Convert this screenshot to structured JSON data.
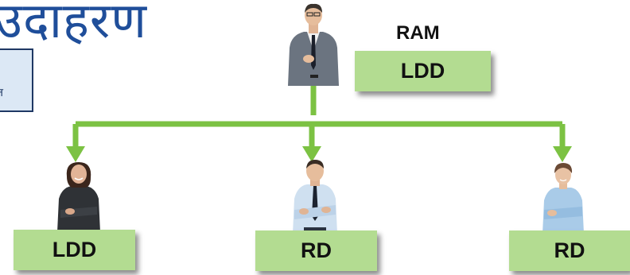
{
  "heading": {
    "text": "उदाहरण"
  },
  "side_box": {
    "text": "त"
  },
  "manager": {
    "name": "RAM",
    "role": "LDD"
  },
  "reports": [
    {
      "role": "LDD"
    },
    {
      "role": "RD"
    },
    {
      "role": "RD"
    }
  ],
  "colors": {
    "connector": "#7cc243",
    "box_fill": "#b3dc91",
    "heading": "#1f4e9a"
  }
}
